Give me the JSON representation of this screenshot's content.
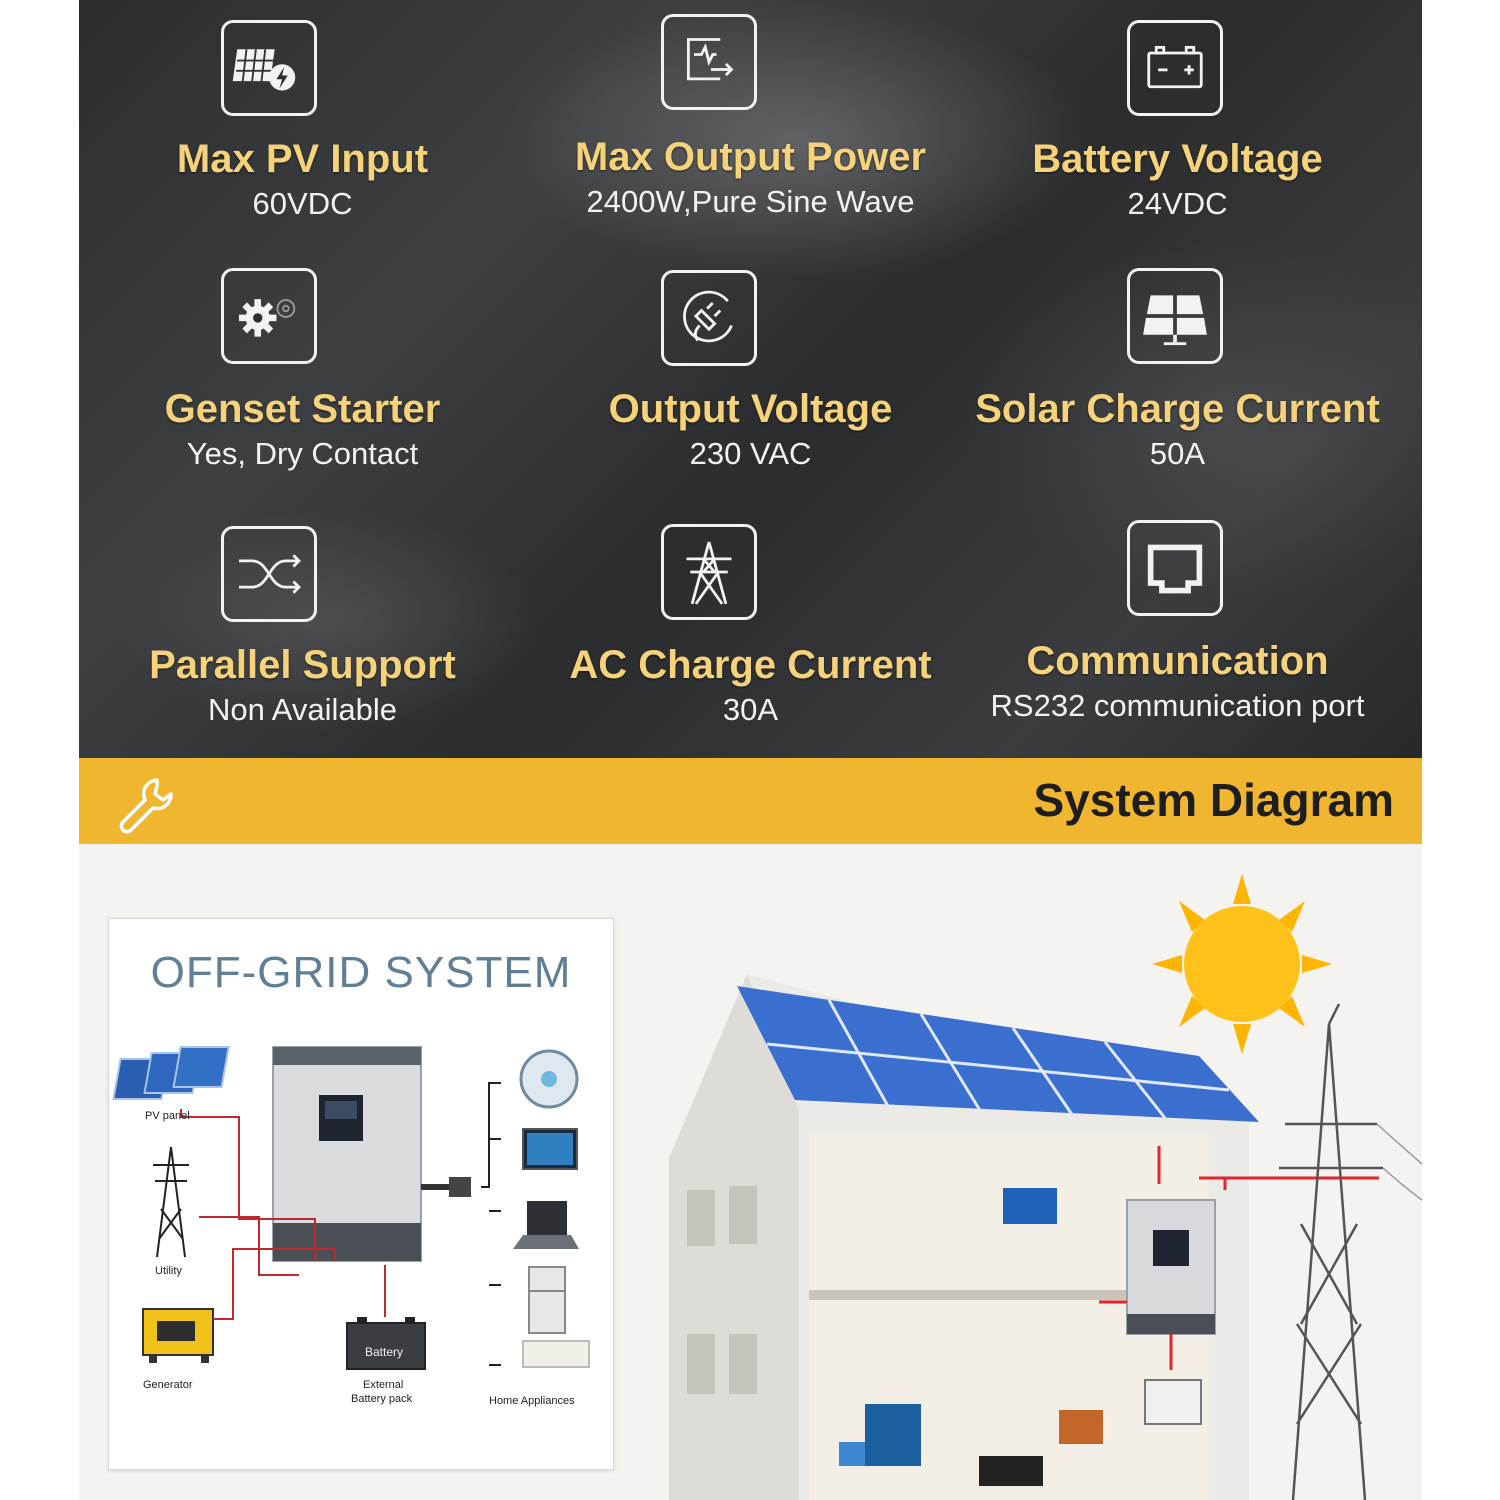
{
  "specs": [
    {
      "title": "Max PV Input",
      "value": "60VDC",
      "icon": "solar-panel-icon"
    },
    {
      "title": "Max Output Power",
      "value": "2400W,Pure Sine Wave",
      "icon": "power-output-icon"
    },
    {
      "title": "Battery Voltage",
      "value": "24VDC",
      "icon": "battery-icon"
    },
    {
      "title": "Genset Starter",
      "value": "Yes, Dry Contact",
      "icon": "gears-icon"
    },
    {
      "title": "Output Voltage",
      "value": "230 VAC",
      "icon": "plug-icon"
    },
    {
      "title": "Solar Charge Current",
      "value": "50A",
      "icon": "solar-array-icon"
    },
    {
      "title": "Parallel Support",
      "value": "Non Available",
      "icon": "shuffle-icon"
    },
    {
      "title": "AC Charge Current",
      "value": "30A",
      "icon": "power-tower-icon"
    },
    {
      "title": "Communication",
      "value": "RS232 communication port",
      "icon": "ethernet-port-icon"
    }
  ],
  "banner": {
    "title": "System Diagram",
    "icon": "wrench-icon"
  },
  "diagram": {
    "title": "OFF-GRID SYSTEM",
    "labels": {
      "pv": "PV panel",
      "utility": "Utility",
      "generator": "Generator",
      "battery": "Battery",
      "battery_pack_1": "External",
      "battery_pack_2": "Battery pack",
      "appliances": "Home Appliances"
    }
  },
  "colors": {
    "accent": "#f1b62f",
    "title_gold": "#f6d27a",
    "diagram_title": "#5f7f97",
    "wire": "#c0282d"
  }
}
